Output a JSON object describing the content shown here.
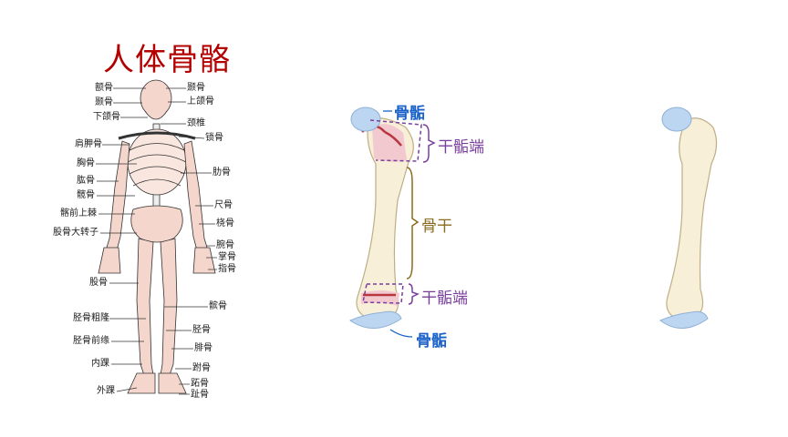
{
  "title": "人体骨骼",
  "left_labels": [
    "额骨",
    "颞骨",
    "下颌骨",
    "肩胛骨",
    "胸骨",
    "肱骨",
    "髋骨",
    "髂前上棘",
    "股骨大转子",
    "股骨",
    "胫骨粗隆",
    "胫骨前缘",
    "内踝",
    "外踝"
  ],
  "right_labels": [
    "颞骨",
    "上颌骨",
    "颈椎",
    "锁骨",
    "肋骨",
    "尺骨",
    "桡骨",
    "腕骨",
    "掌骨",
    "指骨",
    "髌骨",
    "胫骨",
    "腓骨",
    "跗骨",
    "跖骨",
    "趾骨"
  ],
  "bone_labels": {
    "epiphysis_top": "骨骺",
    "metaphysis_top": "干骺端",
    "diaphysis": "骨干",
    "metaphysis_bottom": "干骺端",
    "epiphysis_bottom": "骨骺"
  },
  "colors": {
    "title": "#b30000",
    "epiphysis": "#1a62c9",
    "metaphysis": "#7a3f9e",
    "diaphysis": "#8a6a1e"
  }
}
